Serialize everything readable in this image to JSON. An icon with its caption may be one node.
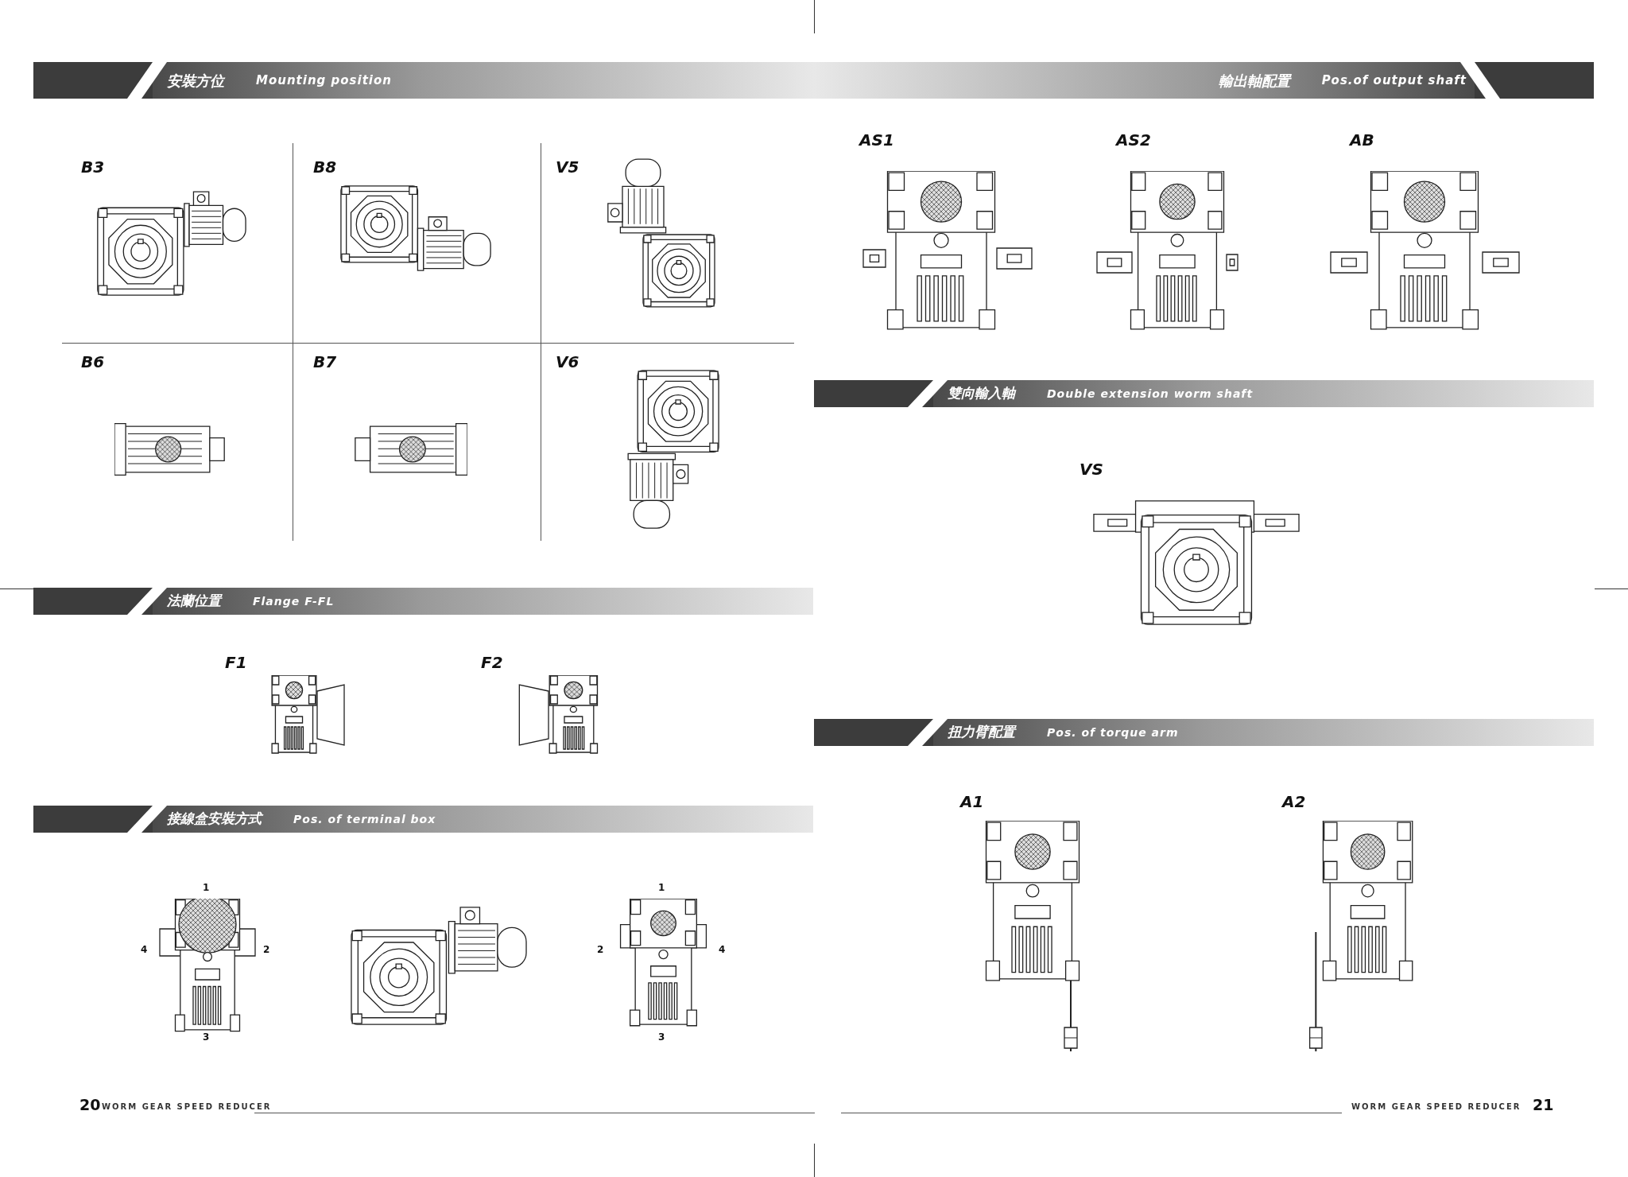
{
  "diagram": {
    "nodes": [
      {
        "text": [
          "安裝方位",
          "Mounting position"
        ]
      },
      {
        "text": [
          "輸出軸配置",
          "Pos.of output shaft"
        ]
      },
      {
        "text": [
          "法蘭位置",
          "Flange F-FL"
        ]
      },
      {
        "text": [
          "接線盒安裝方式",
          "Pos. of terminal box"
        ]
      },
      {
        "text": [
          "雙向輸入軸",
          "Double extension worm shaft"
        ]
      },
      {
        "text": [
          "扭力臂配置",
          "Pos. of torque arm"
        ]
      }
    ],
    "labels": [
      "B3",
      "B8",
      "V5",
      "B6",
      "B7",
      "V6",
      "F1",
      "F2",
      "1",
      "4",
      "2",
      "3",
      "1",
      "2",
      "4",
      "3",
      "20",
      "WORM GEAR SPEED REDUCER",
      "AS1",
      "AS2",
      "AB",
      "VS",
      "A1",
      "A2",
      "WORM GEAR SPEED REDUCER",
      "21"
    ]
  }
}
